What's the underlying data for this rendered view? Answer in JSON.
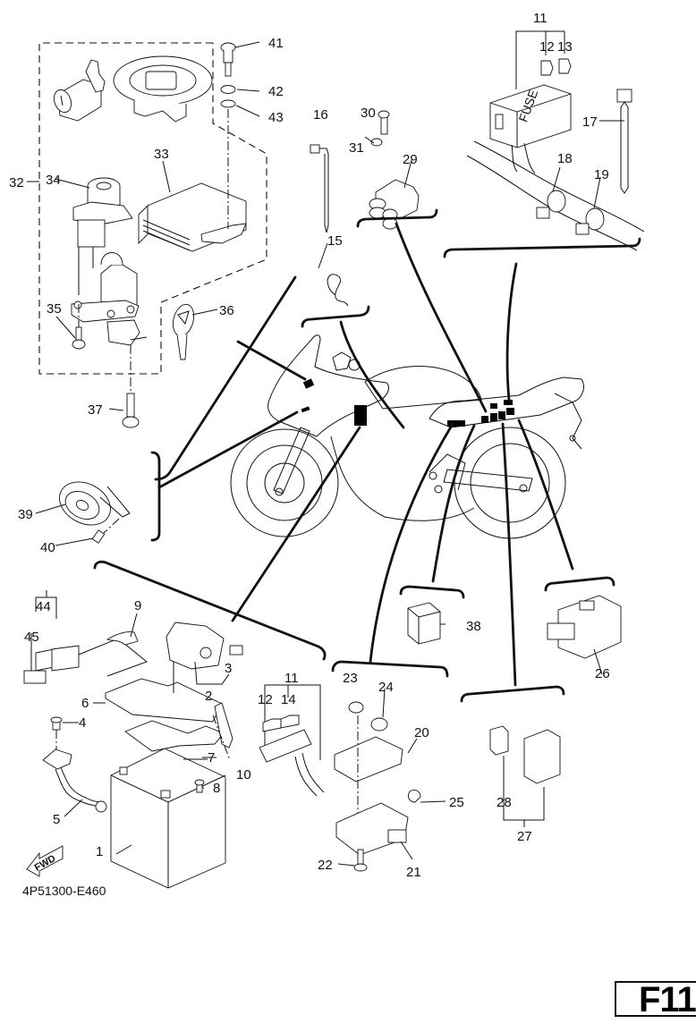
{
  "diagram": {
    "title": "Electrical parts exploded view",
    "drawing_code": "4P51300-E460",
    "page_badge": "F11",
    "fwd_arrow_label": "FWD",
    "fuse_box_text": "FUSE",
    "callouts": [
      {
        "id": "1",
        "text": "1"
      },
      {
        "id": "2",
        "text": "2"
      },
      {
        "id": "3",
        "text": "3"
      },
      {
        "id": "4",
        "text": "4"
      },
      {
        "id": "5",
        "text": "5"
      },
      {
        "id": "6",
        "text": "6"
      },
      {
        "id": "7",
        "text": "7"
      },
      {
        "id": "8",
        "text": "8"
      },
      {
        "id": "9",
        "text": "9"
      },
      {
        "id": "10",
        "text": "10"
      },
      {
        "id": "11a",
        "text": "11"
      },
      {
        "id": "11b",
        "text": "11"
      },
      {
        "id": "12a",
        "text": "12"
      },
      {
        "id": "12b",
        "text": "12"
      },
      {
        "id": "13",
        "text": "13"
      },
      {
        "id": "14",
        "text": "14"
      },
      {
        "id": "15",
        "text": "15"
      },
      {
        "id": "16",
        "text": "16"
      },
      {
        "id": "17",
        "text": "17"
      },
      {
        "id": "18",
        "text": "18"
      },
      {
        "id": "19",
        "text": "19"
      },
      {
        "id": "20",
        "text": "20"
      },
      {
        "id": "21",
        "text": "21"
      },
      {
        "id": "22",
        "text": "22"
      },
      {
        "id": "23",
        "text": "23"
      },
      {
        "id": "24",
        "text": "24"
      },
      {
        "id": "25",
        "text": "25"
      },
      {
        "id": "26",
        "text": "26"
      },
      {
        "id": "27",
        "text": "27"
      },
      {
        "id": "28",
        "text": "28"
      },
      {
        "id": "29",
        "text": "29"
      },
      {
        "id": "30",
        "text": "30"
      },
      {
        "id": "31",
        "text": "31"
      },
      {
        "id": "32",
        "text": "32"
      },
      {
        "id": "33",
        "text": "33"
      },
      {
        "id": "34",
        "text": "34"
      },
      {
        "id": "35",
        "text": "35"
      },
      {
        "id": "36",
        "text": "36"
      },
      {
        "id": "37",
        "text": "37"
      },
      {
        "id": "38",
        "text": "38"
      },
      {
        "id": "39",
        "text": "39"
      },
      {
        "id": "40",
        "text": "40"
      },
      {
        "id": "41",
        "text": "41"
      },
      {
        "id": "42",
        "text": "42"
      },
      {
        "id": "43",
        "text": "43"
      },
      {
        "id": "44",
        "text": "44"
      },
      {
        "id": "45",
        "text": "45"
      }
    ]
  }
}
